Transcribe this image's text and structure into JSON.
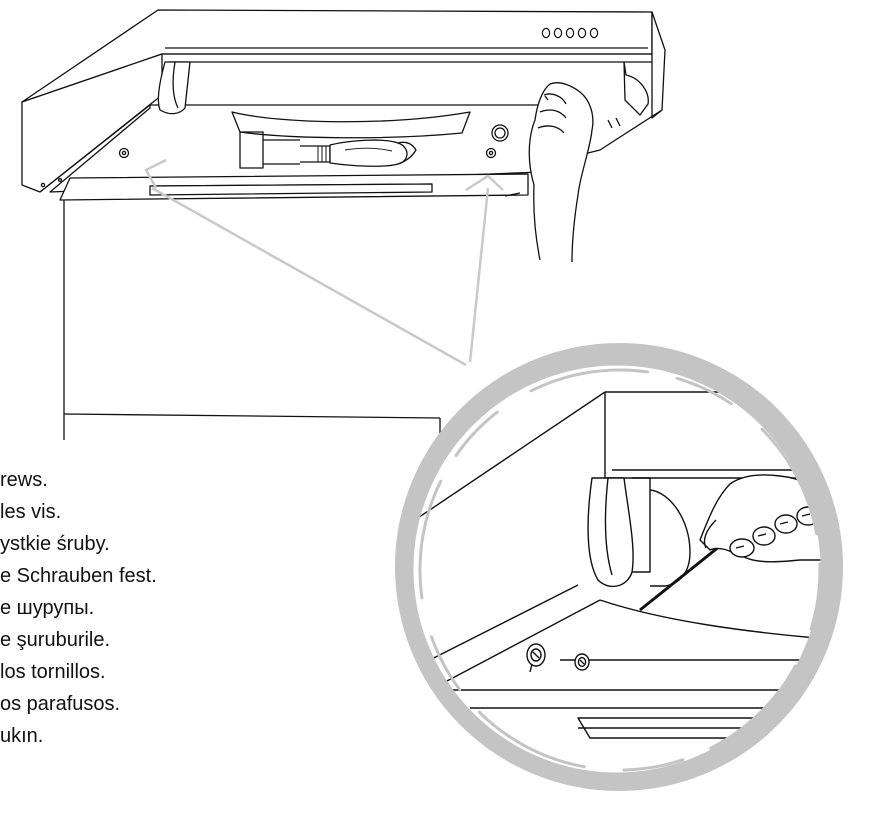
{
  "hood": {
    "control_buttons_count": 5
  },
  "captions": [
    "rews.",
    "les vis.",
    "ystkie śruby.",
    "e Schrauben fest.",
    "e шурупы.",
    "e şuruburile.",
    "los tornillos.",
    "os parafusos.",
    "ukın."
  ],
  "colors": {
    "line": "#111111",
    "pointer": "#c9c9c9",
    "magnifier_ring": "#c4c4c4",
    "background": "#ffffff"
  }
}
